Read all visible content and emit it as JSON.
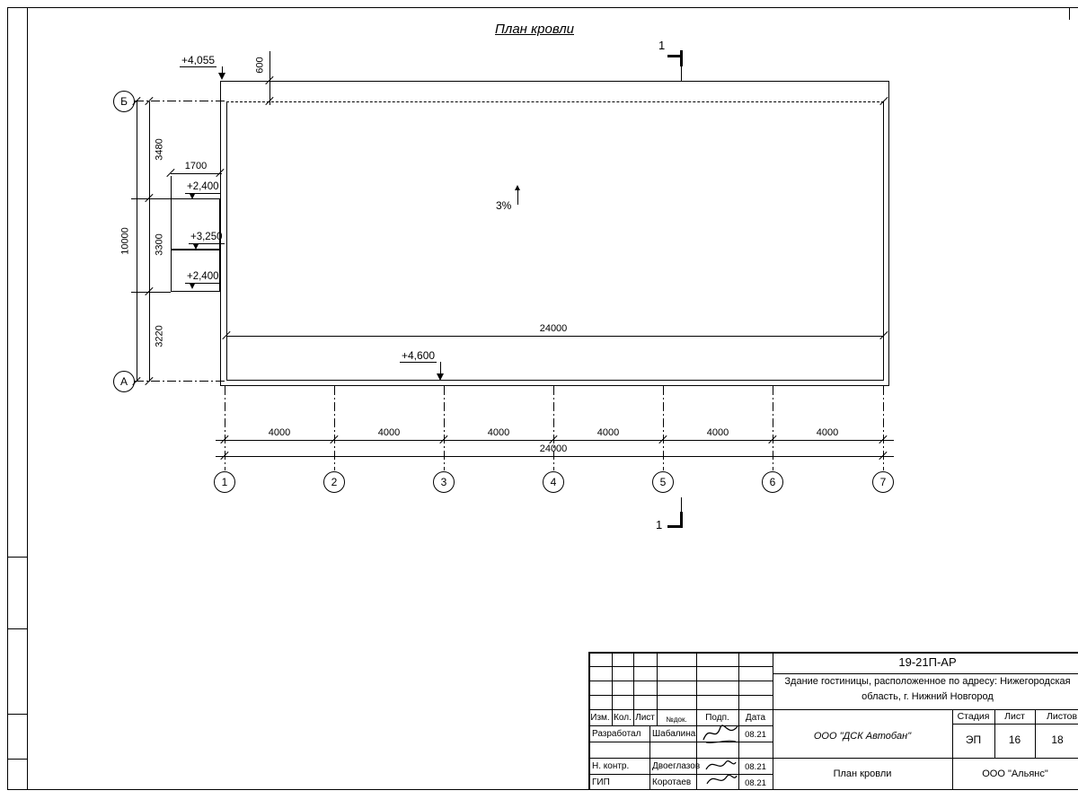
{
  "page": {
    "title": "План кровли"
  },
  "plan": {
    "elevation_top": "+4,055",
    "overhang_dim": "600",
    "section_mark_top": "1",
    "section_mark_bottom": "1",
    "axis_row_top": "Б",
    "axis_row_bottom": "А",
    "dim_1700": "1700",
    "dim_3480": "3480",
    "dim_3300": "3300",
    "dim_3220": "3220",
    "dim_10000": "10000",
    "elevation_canopy_1": "+2,400",
    "elevation_canopy_2": "+3,250",
    "elevation_canopy_3": "+2,400",
    "slope": "3%",
    "dim_24000_top": "24000",
    "elevation_bottom": "+4,600",
    "span_dims": [
      "4000",
      "4000",
      "4000",
      "4000",
      "4000",
      "4000"
    ],
    "dim_24000_bottom": "24000",
    "axis_cols": [
      "1",
      "2",
      "3",
      "4",
      "5",
      "6",
      "7"
    ]
  },
  "titleblock": {
    "doc_code": "19-21П-АР",
    "project_line1": "Здание гостиницы, расположенное по адресу: Нижегородская",
    "project_line2": "область, г. Нижний Новгород",
    "col_headers": {
      "izm": "Изм.",
      "kol": "Кол.",
      "list": "Лист",
      "doc": "№док.",
      "sign": "Подп.",
      "date": "Дата"
    },
    "staff": [
      {
        "role": "Разработал",
        "name": "Шабалина",
        "date": "08.21"
      },
      {
        "role": "Н. контр.",
        "name": "Двоеглазов",
        "date": "08.21"
      },
      {
        "role": "ГИП",
        "name": "Коротаев",
        "date": "08.21"
      }
    ],
    "contractor": "ООО \"ДСК Автобан\"",
    "stage_label": "Стадия",
    "sheet_label": "Лист",
    "sheets_label": "Листов",
    "stage": "ЭП",
    "sheet_no": "16",
    "sheets_total": "18",
    "sheet_title": "План кровли",
    "org": "ООО \"Альянс\""
  }
}
